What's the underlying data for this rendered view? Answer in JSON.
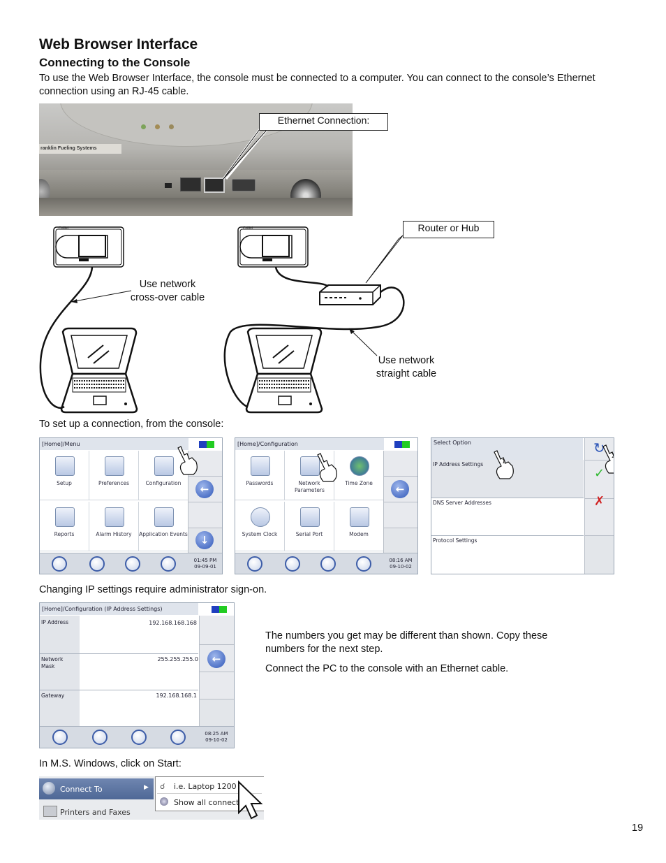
{
  "heading": "Web Browser Interface",
  "subheading": "Connecting to the Console",
  "intro": "To use the Web Browser Interface, the console must be connected to a computer. You can connect to the console’s Ethernet connection using an RJ-45 cable.",
  "photo": {
    "callout": "Ethernet Connection:",
    "label_text": "ranklin Fueling Systems"
  },
  "diagram": {
    "router_label": "Router or Hub",
    "crossover_label_line1": "Use network",
    "crossover_label_line2": "cross-over cable",
    "straight_label_line1": "Use network",
    "straight_label_line2": "straight cable",
    "console_brand": "Colibri"
  },
  "setup_text": "To set up a connection, from the console:",
  "screen_menu": {
    "title": "[Home]/Menu",
    "tiles": [
      "Setup",
      "Preferences",
      "Configuration",
      "Reports",
      "Alarm History",
      "Application Events"
    ],
    "time": "01:45 PM",
    "date": "09-09-01"
  },
  "screen_config": {
    "title": "[Home]/Configuration",
    "tiles": [
      "Passwords",
      "Network Parameters",
      "Time Zone",
      "System Clock",
      "Serial Port",
      "Modem"
    ],
    "time": "08:16 AM",
    "date": "09-10-02"
  },
  "screen_option": {
    "title": "Select Option",
    "rows": [
      "IP Address Settings",
      "DNS Server Addresses",
      "Protocol Settings"
    ],
    "hand1": "1",
    "hand2": "2"
  },
  "ip_text": "Changing IP settings require administrator sign-on.",
  "screen_ip": {
    "title": "[Home]/Configuration (IP Address Settings)",
    "rows": [
      {
        "label": "IP Address",
        "value": "192.168.168.168"
      },
      {
        "label": "Network Mask",
        "value": "255.255.255.0"
      },
      {
        "label": "Gateway",
        "value": "192.168.168.1"
      }
    ],
    "time": "08:25 AM",
    "date": "09-10-02"
  },
  "note1": "The numbers you get may be different than shown. Copy these numbers for the next step.",
  "note2": "Connect the PC to the console with an Ethernet cable.",
  "windows_text": "In M.S. Windows, click on Start:",
  "winmenu": {
    "connect_to": "Connect To",
    "printers": "Printers and Faxes",
    "laptop": "i.e. Laptop 1200",
    "show_all": "Show all connectio"
  },
  "page_number": "19"
}
